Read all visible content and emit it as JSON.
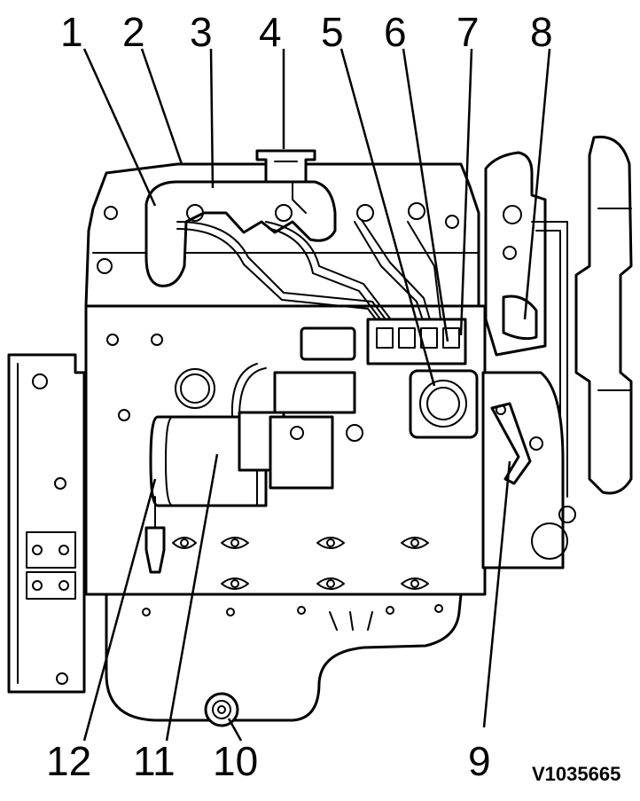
{
  "figure": {
    "reference_code": "V1035665",
    "callouts": [
      {
        "id": "1",
        "label": "1"
      },
      {
        "id": "2",
        "label": "2"
      },
      {
        "id": "3",
        "label": "3"
      },
      {
        "id": "4",
        "label": "4"
      },
      {
        "id": "5",
        "label": "5"
      },
      {
        "id": "6",
        "label": "6"
      },
      {
        "id": "7",
        "label": "7"
      },
      {
        "id": "8",
        "label": "8"
      },
      {
        "id": "9",
        "label": "9"
      },
      {
        "id": "10",
        "label": "10"
      },
      {
        "id": "11",
        "label": "11"
      },
      {
        "id": "12",
        "label": "12"
      }
    ]
  }
}
